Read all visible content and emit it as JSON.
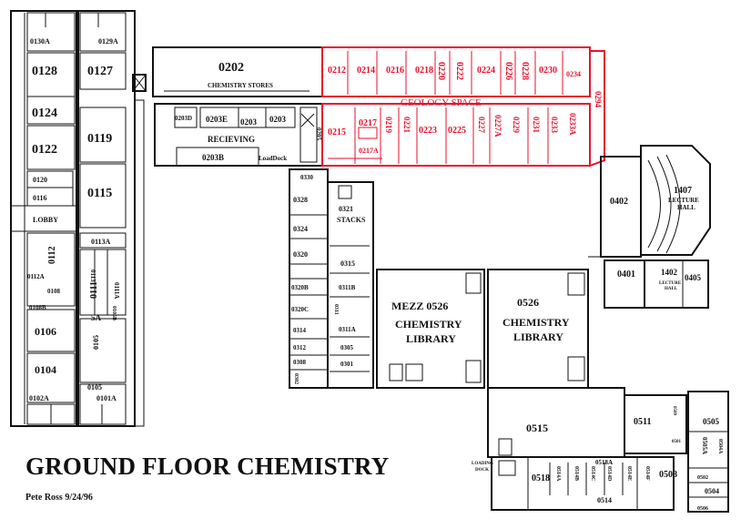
{
  "map": {
    "title": "GROUND FLOOR CHEMISTRY",
    "author_date": "Pete Ross  9/24/96",
    "geology_label": "GEOLOGY SPACE",
    "geology_color": "#e8112d",
    "line_color": "#111111",
    "rooms": {
      "r0130A": "0130A",
      "r0129A": "0129A",
      "r0128": "0128",
      "r0127": "0127",
      "r0124": "0124",
      "r0122": "0122",
      "r0119": "0119",
      "r0120": "0120",
      "r0116": "0116",
      "r0115": "0115",
      "lobby": "LOBBY",
      "r0113A": "0113A",
      "r0112": "0112",
      "r0112A": "0112A",
      "r0113": "0113",
      "r0111": "0111",
      "r0111A": "0111A",
      "r0108": "0108",
      "r0108B": "0108B",
      "r5A": "5A",
      "r0105B": "0105B",
      "r0106": "0106",
      "r0105": "0105",
      "r0104": "0104",
      "r0105b": "0105",
      "r0102A": "0102A",
      "r0101A": "0101A",
      "r0202": "0202",
      "chem_stores": "CHEMISTRY STORES",
      "r0203D": "0203D",
      "r0203E": "0203E",
      "r0203a": "0203",
      "r0203b": "0203",
      "receiving": "RECIEVING",
      "r0203B": "0203B",
      "loaddock": "LoadDock",
      "r0205": "0205",
      "r0330": "0330",
      "r0328": "0328",
      "r0321": "0321",
      "stacks": "STACKS",
      "r0324": "0324",
      "r0320": "0320",
      "r0315": "0315",
      "r0320B": "0320B",
      "r0311B": "0311B",
      "r0320C": "0320C",
      "r0311": "0311",
      "r0311A": "0311A",
      "r0314": "0314",
      "r0312": "0312",
      "r0305": "0305",
      "r0308": "0308",
      "r0301": "0301",
      "r0302": "0302",
      "mezz": "MEZZ 0526",
      "chem_lib_1": "CHEMISTRY",
      "chem_lib_2": "LIBRARY",
      "r0526": "0526",
      "chem_lib2_1": "CHEMISTRY",
      "chem_lib2_2": "LIBRARY",
      "r0212": "0212",
      "r0214": "0214",
      "r0216": "0216",
      "r0218": "0218",
      "r0220": "0220",
      "r0222": "0222",
      "r0224": "0224",
      "r0226": "0226",
      "r0228": "0228",
      "r0230": "0230",
      "r0234": "0234",
      "r0294": "0294",
      "r0215": "0215",
      "r0217": "0217",
      "r0217A": "0217A",
      "r0219": "0219",
      "r0221": "0221",
      "r0223": "0223",
      "r0225": "0225",
      "r0227": "0227",
      "r0227A": "0227A",
      "r0229": "0229",
      "r0231": "0231",
      "r0233": "0233",
      "r0233A": "0233A",
      "r0402": "0402",
      "r1407": "1407",
      "lecture_hall_1": "LECTURE",
      "lecture_hall_2": "HALL",
      "r0401": "0401",
      "r1402": "1402",
      "lecture_small_1": "LECTURE",
      "lecture_small_2": "HALL",
      "r0405": "0405",
      "r0515": "0515",
      "r0511": "0511",
      "r0509": "0509",
      "r0501": "0501",
      "r0505": "0505",
      "r0505A": "0505A",
      "r0504A": "0504A",
      "r0518": "0518",
      "r0518A": "0518A",
      "r0514A": "0514A",
      "r0514B": "0514B",
      "r0514C": "0514C",
      "r0514D": "0514D",
      "r0514E": "0514E",
      "r0514F": "0514F",
      "r0514": "0514",
      "r0508": "0508",
      "r0502": "0502",
      "r0504": "0504",
      "r0506": "0506",
      "loading_dock_1": "LOADING",
      "loading_dock_2": "DOCK"
    }
  }
}
